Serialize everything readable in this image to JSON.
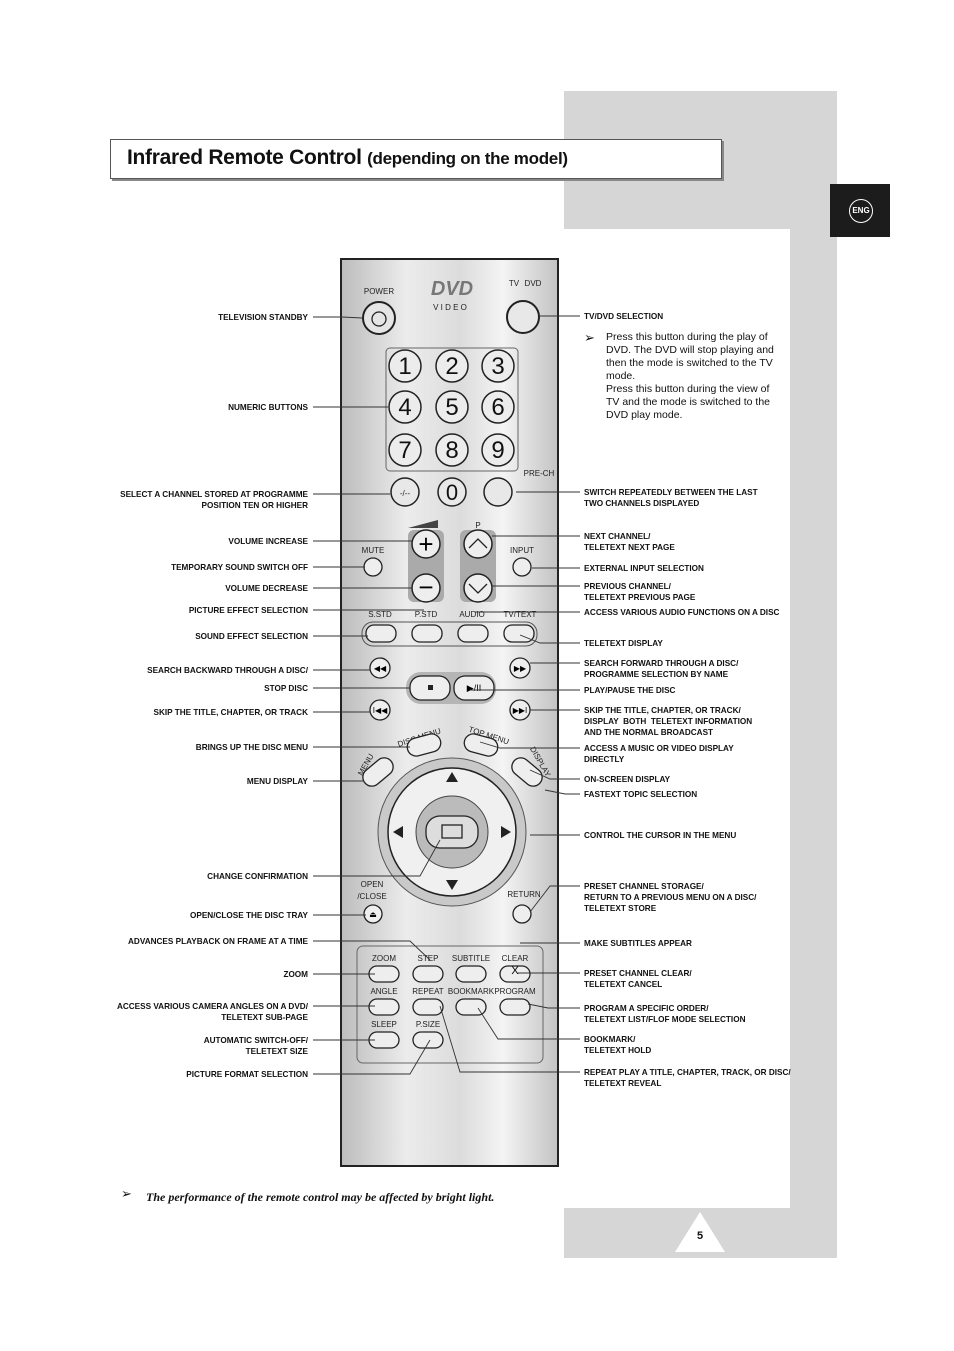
{
  "title": {
    "main": "Infrared Remote Control",
    "sub": "(depending on the model)"
  },
  "lang_badge": "ENG",
  "page_number": "5",
  "remote": {
    "logo": "DVD",
    "logo_sub": "V I D E O",
    "power": "POWER",
    "tv": "TV",
    "dvd": "DVD",
    "prech": "PRE-CH",
    "digits": [
      "1",
      "2",
      "3",
      "4",
      "5",
      "6",
      "7",
      "8",
      "9"
    ],
    "zero": "0",
    "dash": "-/--",
    "p": "P",
    "mute": "MUTE",
    "input": "INPUT",
    "sstd": "S.STD",
    "pstd": "P.STD",
    "audio": "AUDIO",
    "tvtext": "TV/TEXT",
    "disc_menu": "DISC MENU",
    "top_menu": "TOP MENU",
    "menu": "MENU",
    "display": "DISPLAY",
    "open": "OPEN",
    "close": "/CLOSE",
    "return": "RETURN",
    "zoom": "ZOOM",
    "step": "STEP",
    "subtitle": "SUBTITLE",
    "clear": "CLEAR",
    "x": "X",
    "angle": "ANGLE",
    "repeat": "REPEAT",
    "bookmark": "BOOKMARK",
    "program": "PROGRAM",
    "sleep": "SLEEP",
    "psize": "P.SIZE"
  },
  "left_labels": [
    "Television standby",
    "Numeric buttons",
    "Select a channel stored at programme\nposition ten or higher",
    "Volume increase",
    "Temporary sound switch off",
    "Volume decrease",
    "Picture effect selection",
    "Sound effect selection",
    "Search backward through a disc/",
    "Stop disc",
    "Skip the title, chapter, or track",
    "Brings up the disc menu",
    "Menu display",
    "Change confirmation",
    "Open/close the disc tray",
    "Advances playback on frame at a time",
    "Zoom",
    "Access various camera angles on a DVD/\nteletext sub-page",
    "Automatic switch-off/\nteletext size",
    "Picture format selection"
  ],
  "right_labels": [
    "TV/DVD selection",
    "Switch repeatedly between the last\ntwo channels displayed",
    "Next channel/\nteletext next page",
    "External input selection",
    "Previous channel/\nteletext previous page",
    "Access various audio functions on a disc",
    "Teletext display",
    "Search forward through a disc/\nprogramme selection by name",
    "Play/pause the disc",
    "Skip the title, chapter, or track/\ndisplay  both  teletext information\nand the normal broadcast",
    "Access a music or video display\ndirectly",
    "On-screen display",
    "Fastext topic selection",
    "Control the cursor in the menu",
    "Preset channel storage/\nreturn to a previous menu on a disc/\nteletext store",
    "Make subtitles appear",
    "Preset channel clear/\nteletext cancel",
    "Program a specific order/\nteletext list/flof mode selection",
    "Bookmark/\nteletext hold",
    "Repeat play a title, chapter, track, or disc/\nteletext reveal"
  ],
  "note": "Press this button during the play of DVD. The DVD will stop playing and then the mode is switched to the TV mode.\nPress this button during the view of TV and the mode is switched to the DVD play mode.",
  "footer": "The performance of the remote control may be affected by bright light."
}
